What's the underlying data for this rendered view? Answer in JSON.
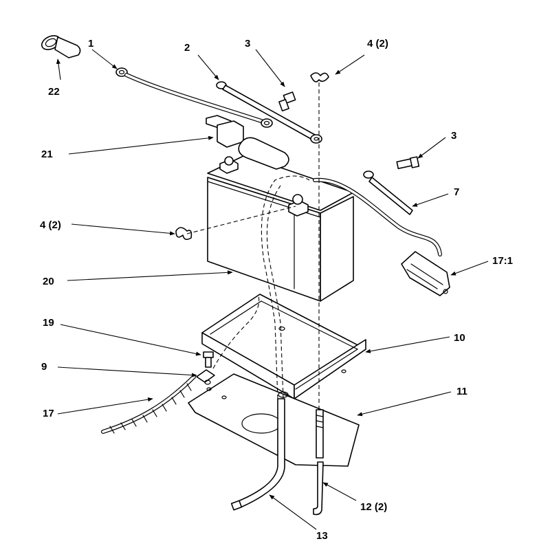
{
  "callouts": {
    "c1": "1",
    "c2": "2",
    "c3a": "3",
    "c3b": "3",
    "c4a": "4 (2)",
    "c4b": "4 (2)",
    "c7": "7",
    "c9": "9",
    "c10": "10",
    "c11": "11",
    "c12": "12 (2)",
    "c13": "13",
    "c17": "17",
    "c17_1": "17:1",
    "c19": "19",
    "c20": "20",
    "c21": "21",
    "c22": "22"
  }
}
